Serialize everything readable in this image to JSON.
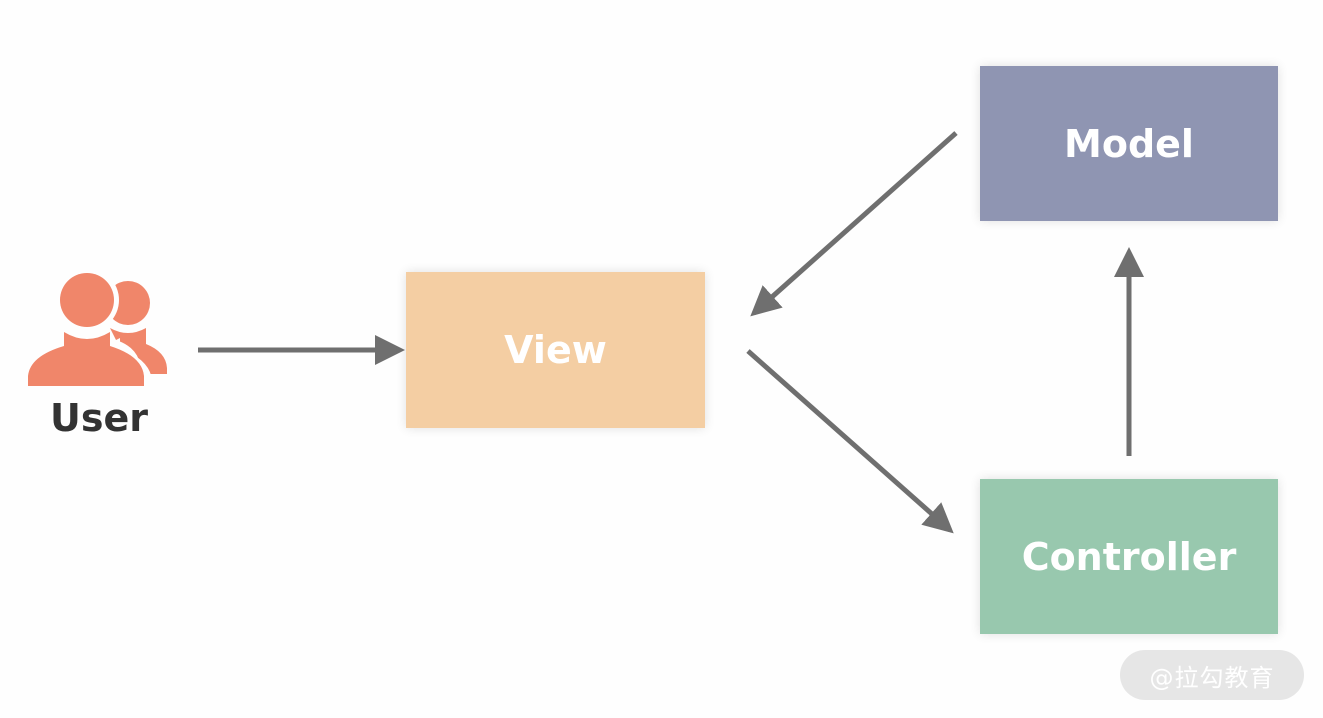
{
  "diagram": {
    "user_label": "User",
    "nodes": {
      "view": {
        "label": "View",
        "color": "#f4cea3"
      },
      "model": {
        "label": "Model",
        "color": "#8f95b2"
      },
      "controller": {
        "label": "Controller",
        "color": "#98c8ae"
      }
    },
    "user_icon": {
      "icon": "users-icon",
      "color": "#f0866a"
    },
    "arrow_color": "#6f6f6f",
    "edges": [
      {
        "from": "User",
        "to": "View"
      },
      {
        "from": "View",
        "to": "Controller"
      },
      {
        "from": "Controller",
        "to": "Model"
      },
      {
        "from": "Model",
        "to": "View"
      }
    ]
  },
  "watermark": "@拉勾教育"
}
